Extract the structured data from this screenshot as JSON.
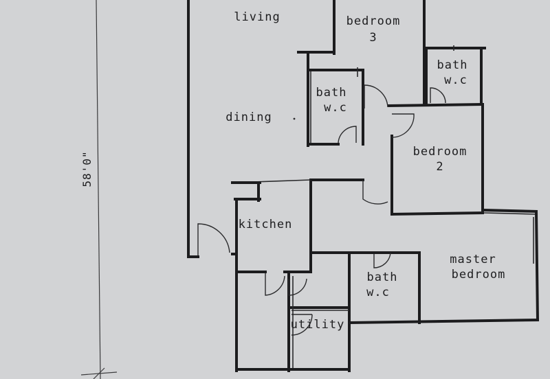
{
  "plan": {
    "rooms": {
      "living": "living",
      "bedroom3_line1": "bedroom",
      "bedroom3_line2": "3",
      "bath_top_right_line1": "bath",
      "bath_top_right_line2": "w.c",
      "bath_center_line1": "bath",
      "bath_center_line2": "w.c",
      "dining": "dining",
      "bedroom2_line1": "bedroom",
      "bedroom2_line2": "2",
      "kitchen": "kitchen",
      "master_line1": "master",
      "master_line2": "bedroom",
      "bath_lower_line1": "bath",
      "bath_lower_line2": "w.c",
      "utility": "utility"
    },
    "dimension_label": "58'0\""
  }
}
